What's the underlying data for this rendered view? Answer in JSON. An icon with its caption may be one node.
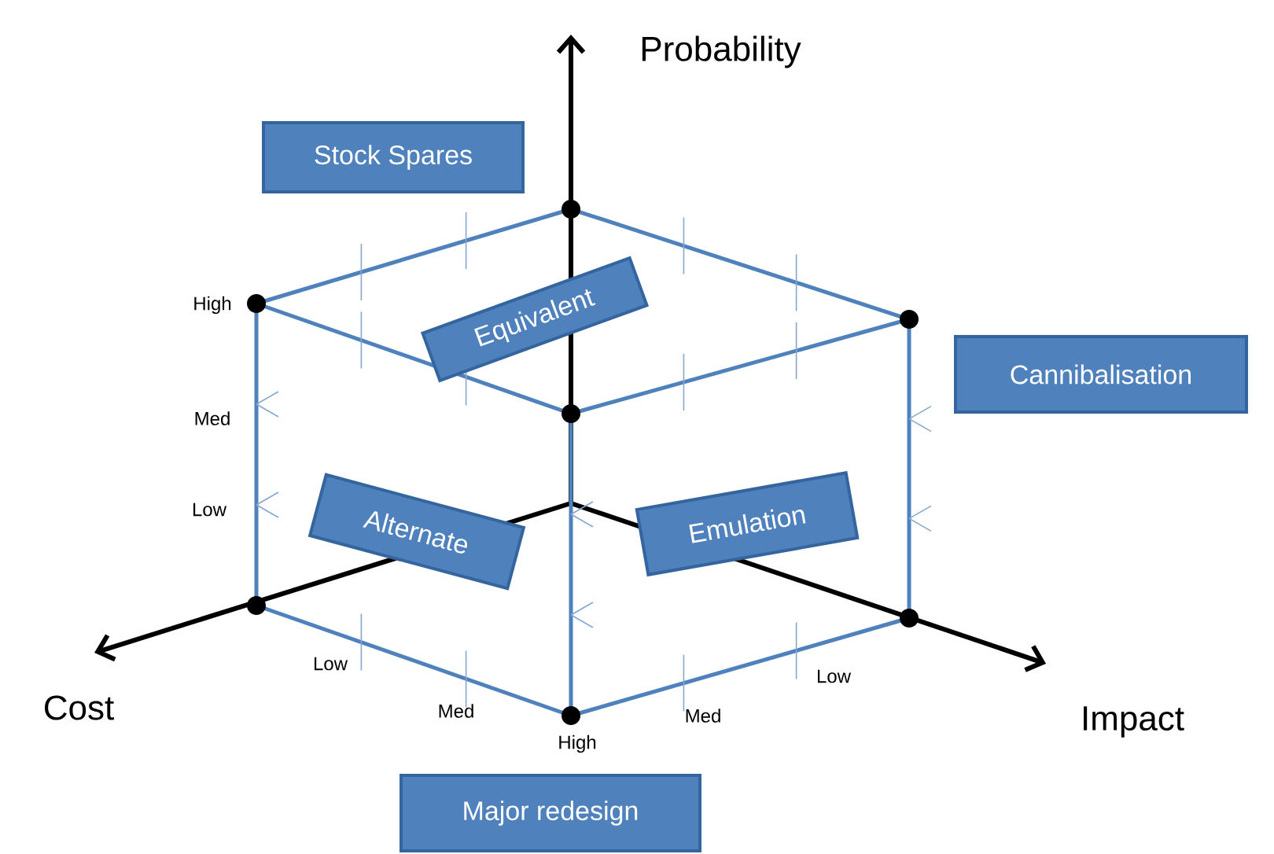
{
  "diagram": {
    "nodes": [
      {
        "text": [
          "Stock Spares"
        ]
      },
      {
        "text": [
          "Equivalent"
        ]
      },
      {
        "text": [
          "Cannibalisation"
        ]
      },
      {
        "text": [
          "Alternate"
        ]
      },
      {
        "text": [
          "Emulation"
        ]
      },
      {
        "text": [
          "Major redesign"
        ]
      }
    ],
    "labels": [
      "Probability",
      "High",
      "Med",
      "Low",
      "Cost",
      "Low",
      "Med",
      "High",
      "Med",
      "Low",
      "Impact"
    ]
  }
}
